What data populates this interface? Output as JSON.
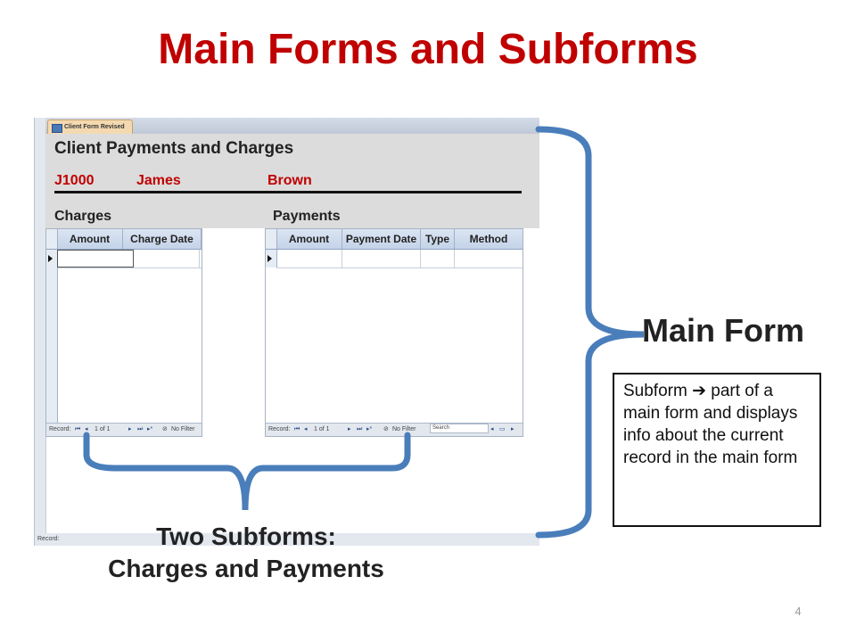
{
  "slide": {
    "title": "Main Forms and Subforms",
    "page_number": "4"
  },
  "access_form": {
    "tab_label": "Client Form Revised",
    "header_title": "Client Payments and Charges",
    "record": {
      "client_id": "J1000",
      "first_name": "James",
      "last_name": "Brown"
    },
    "charges": {
      "label": "Charges",
      "columns": [
        "Amount",
        "Charge Date"
      ],
      "nav": {
        "record_label": "Record:",
        "position": "1 of 1",
        "filter": "No Filter"
      }
    },
    "payments": {
      "label": "Payments",
      "columns": [
        "Amount",
        "Payment Date",
        "Type",
        "Method"
      ],
      "nav": {
        "record_label": "Record:",
        "position": "1 of 1",
        "filter": "No Filter",
        "search": "Search"
      }
    },
    "status_label": "Record:"
  },
  "annotations": {
    "main_form_label": "Main Form",
    "subforms_label_line1": "Two Subforms:",
    "subforms_label_line2": "Charges and Payments",
    "note_text": "Subform ➔ part of a main form and displays info about the current record in the main form",
    "brace_color": "#4a7ebb"
  }
}
